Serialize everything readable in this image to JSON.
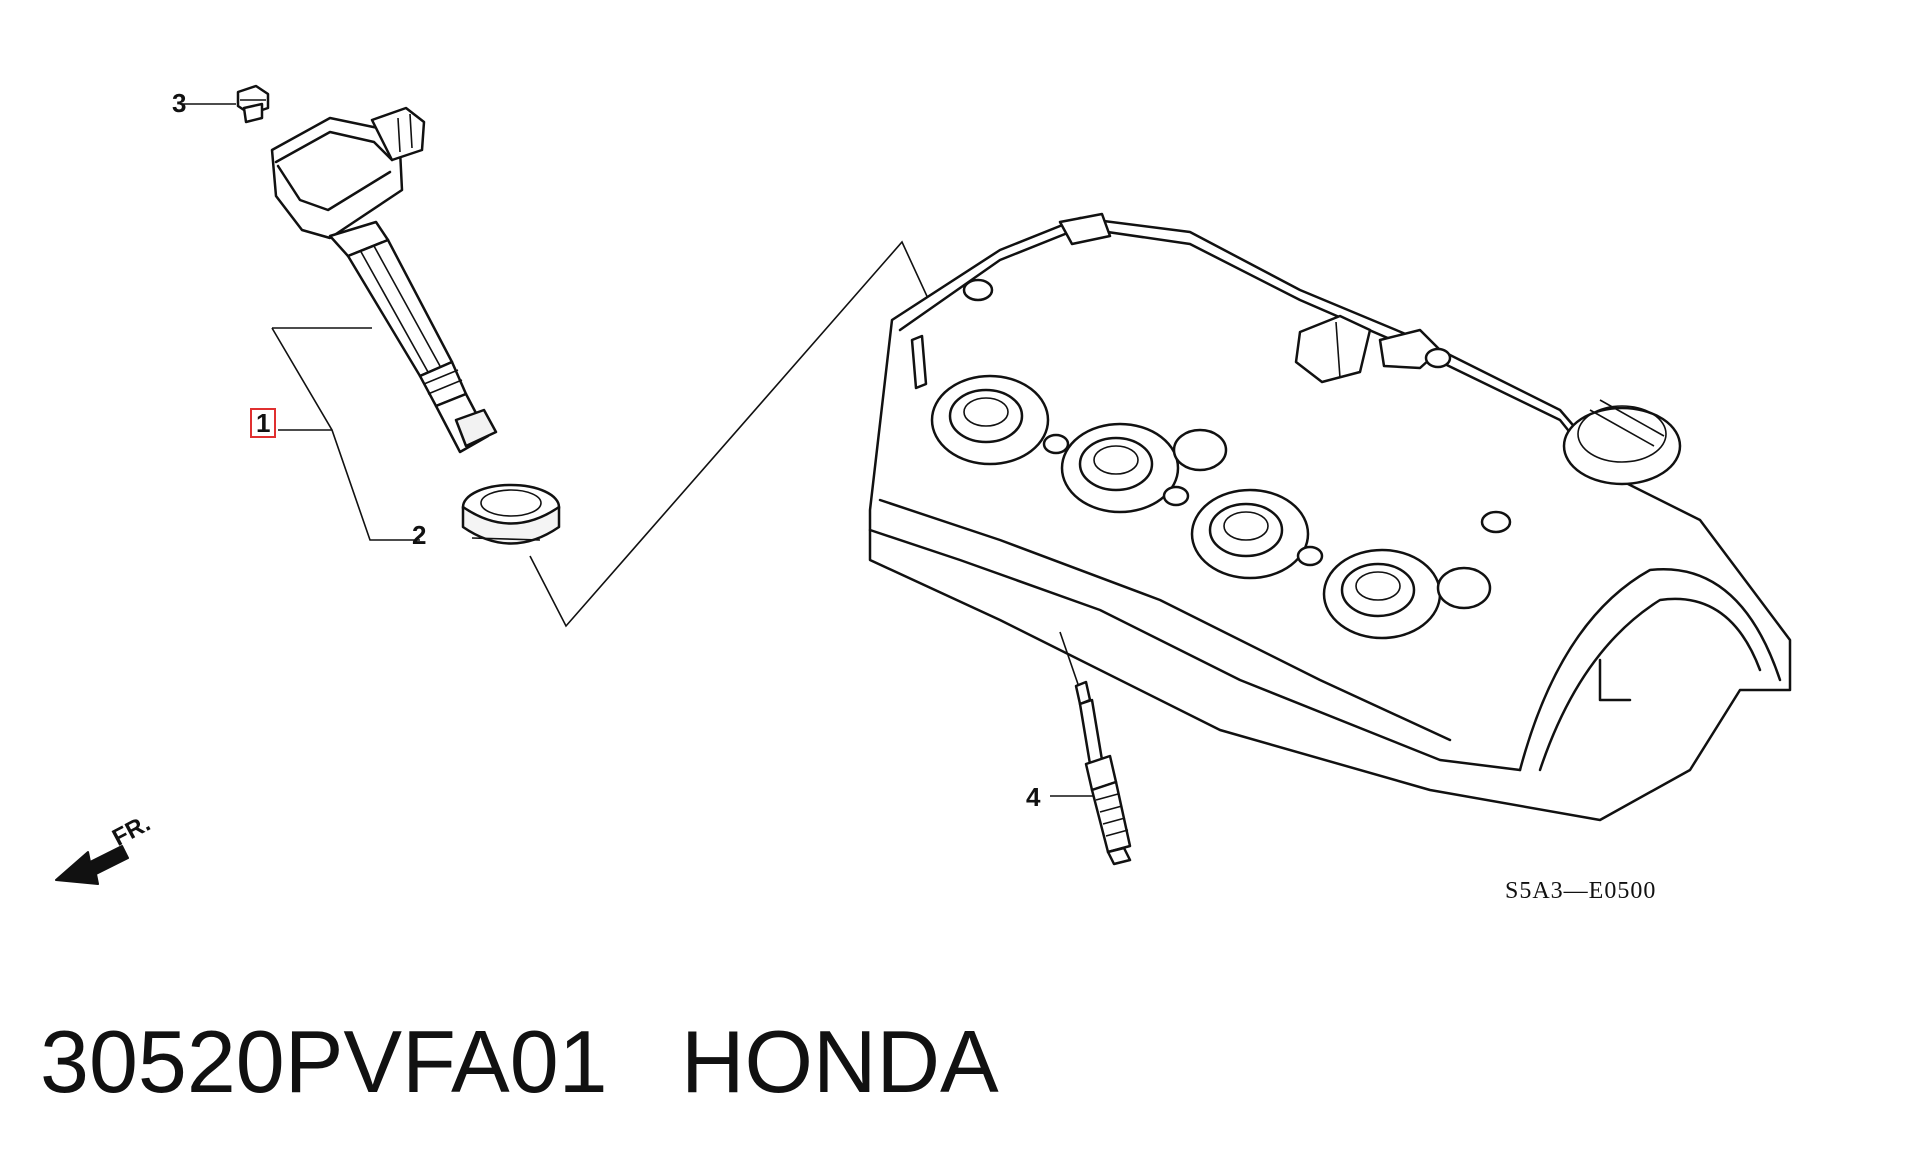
{
  "callouts": {
    "c1": "1",
    "c2": "2",
    "c3": "3",
    "c4": "4"
  },
  "direction_label": "FR.",
  "drawing_code": "S5A3—E0500",
  "caption": {
    "part_number": "30520PVFA01",
    "brand": "HONDA"
  },
  "icons": [
    "ignition-coil",
    "coil-seal",
    "flange-bolt",
    "spark-plug",
    "cylinder-head-cover",
    "front-direction-arrow"
  ],
  "colors": {
    "line": "#111111",
    "highlight": "#e03030",
    "background": "#ffffff"
  }
}
